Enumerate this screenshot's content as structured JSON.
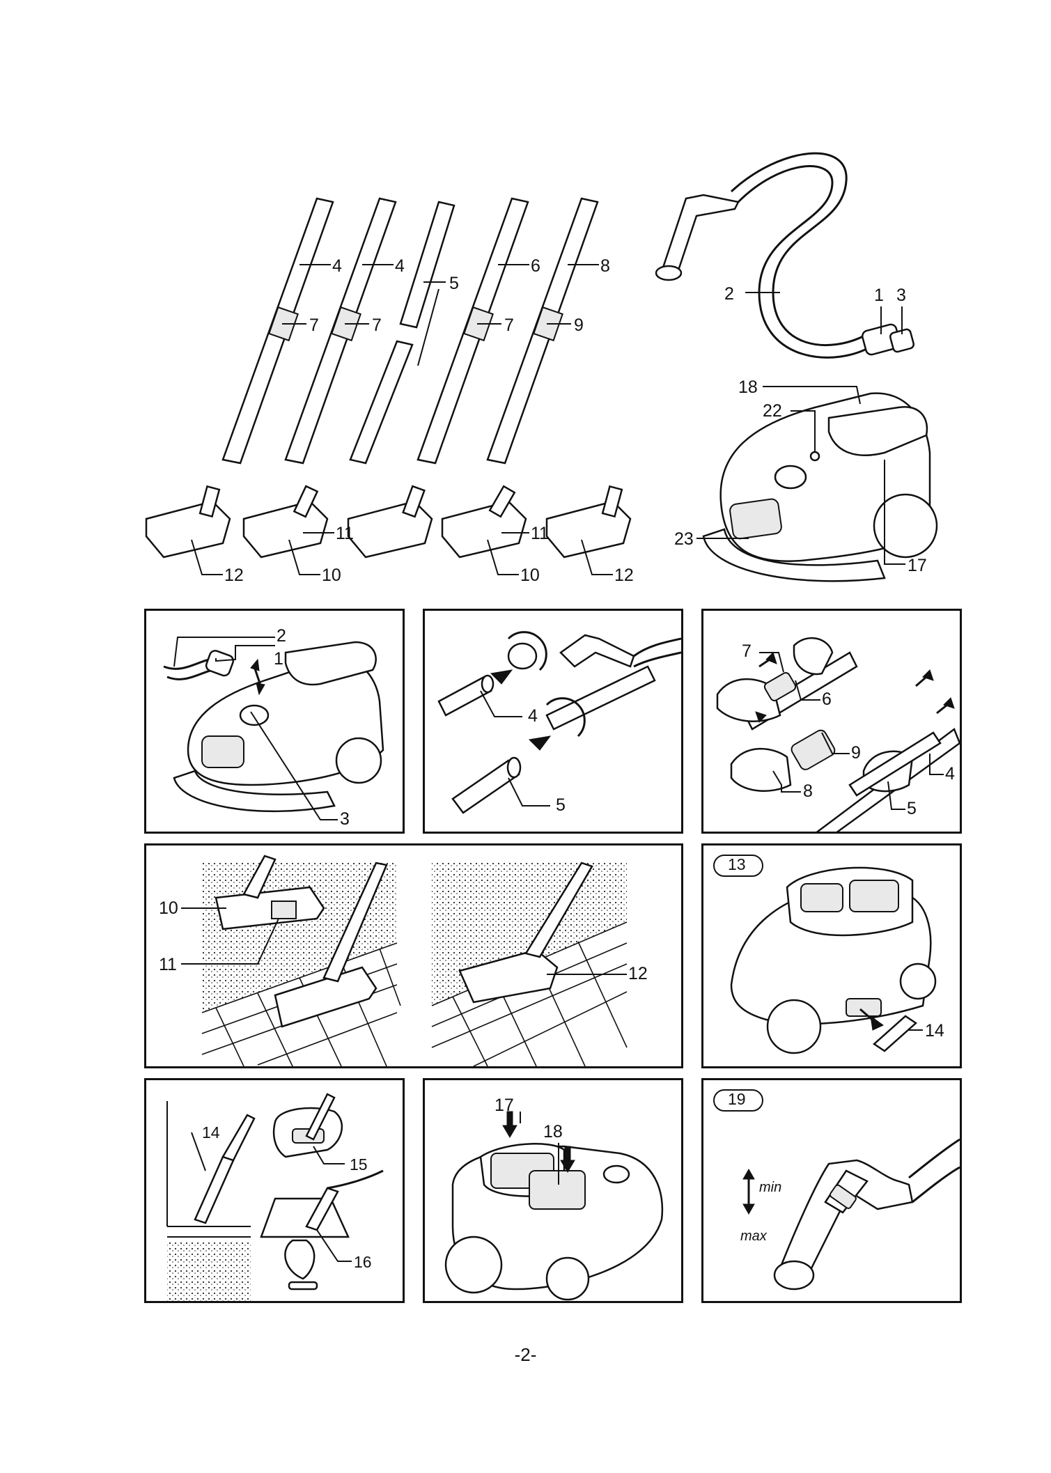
{
  "top": {
    "tube_labels": [
      "4",
      "4",
      "5",
      "6",
      "8"
    ],
    "joint_labels": [
      "7",
      "7",
      "7",
      "9"
    ],
    "nozzle_labels": [
      "12",
      "11",
      "10",
      "11",
      "10",
      "12"
    ],
    "hose_labels": [
      "2",
      "1",
      "3"
    ],
    "cleaner_labels": [
      "18",
      "22",
      "23",
      "17"
    ]
  },
  "panel_a": {
    "labels": [
      "2",
      "1",
      "3"
    ]
  },
  "panel_b": {
    "labels": [
      "4",
      "5"
    ]
  },
  "panel_c": {
    "labels": [
      "7",
      "6",
      "9",
      "8",
      "4",
      "5"
    ]
  },
  "panel_d": {
    "labels": [
      "10",
      "11",
      "12"
    ]
  },
  "panel_e": {
    "badge": "13",
    "labels": [
      "14"
    ]
  },
  "panel_f": {
    "labels": [
      "14",
      "15",
      "16"
    ]
  },
  "panel_g": {
    "labels": [
      "17",
      "18"
    ]
  },
  "panel_h": {
    "badge": "19",
    "min_label": "min",
    "max_label": "max"
  },
  "footer": {
    "page_number": "-2-"
  }
}
